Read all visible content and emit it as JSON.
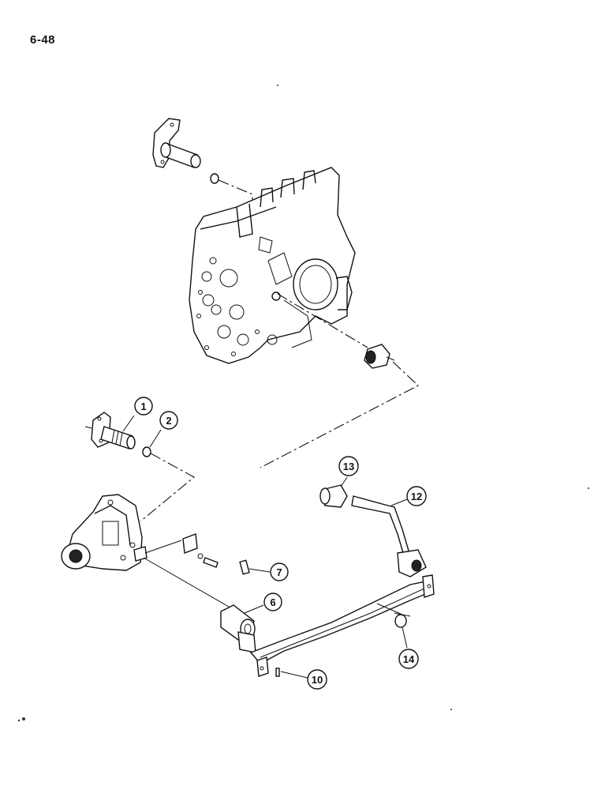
{
  "page": {
    "number": "6-48"
  },
  "callouts": [
    {
      "id": "1",
      "label": "1"
    },
    {
      "id": "2",
      "label": "2"
    },
    {
      "id": "6",
      "label": "6"
    },
    {
      "id": "7",
      "label": "7"
    },
    {
      "id": "10",
      "label": "10"
    },
    {
      "id": "12",
      "label": "12"
    },
    {
      "id": "13",
      "label": "13"
    },
    {
      "id": "14",
      "label": "14"
    }
  ]
}
